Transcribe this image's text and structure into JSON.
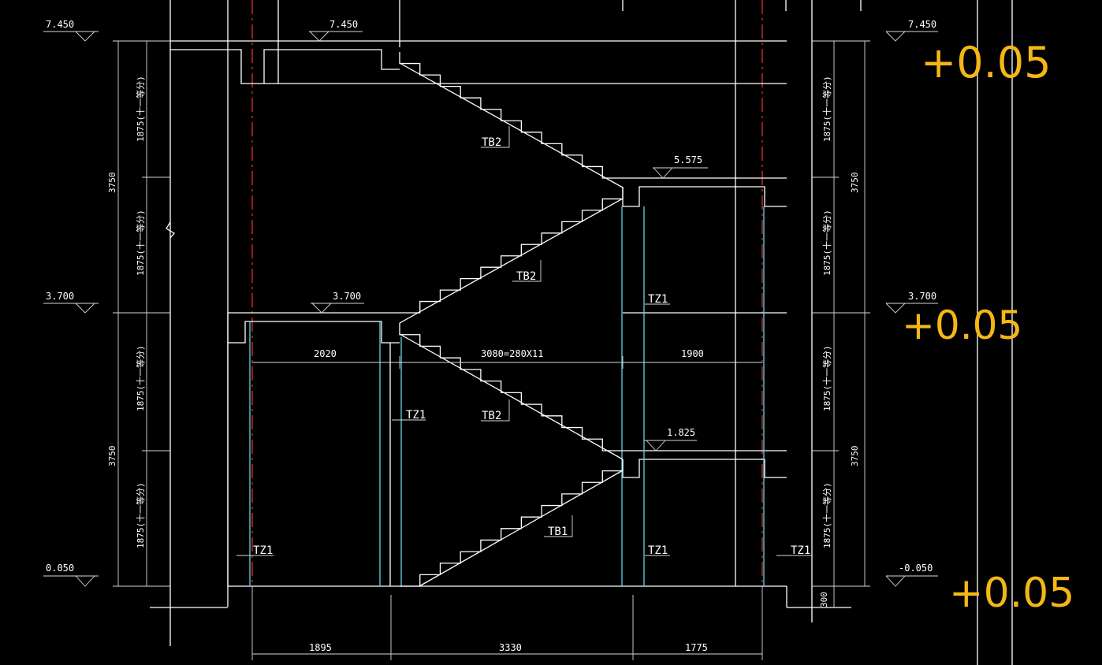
{
  "drawing": {
    "elevations_left": [
      "7.450",
      "3.700",
      "0.050"
    ],
    "elevations_center": [
      "7.450",
      "3.700",
      "5.575",
      "1.825"
    ],
    "elevations_right": [
      "7.450",
      "3.700",
      "-0.050"
    ],
    "span_left": [
      "3750",
      "3750"
    ],
    "span_right": [
      "3750",
      "3750"
    ],
    "flight_height_label": "1875(十一等分)",
    "foundation_depth": "300",
    "stair_labels": [
      "TB2",
      "TB2",
      "TB2",
      "TB1"
    ],
    "column_labels": [
      "TZ1",
      "TZ1",
      "TZ1",
      "TZ1",
      "TZ1"
    ],
    "dim_mid": [
      "2020",
      "3080=280X11",
      "1900"
    ],
    "dim_bottom": [
      "1895",
      "3330",
      "1775"
    ]
  },
  "annotations": [
    "+0.05",
    "+0.05",
    "+0.05"
  ],
  "colors": {
    "background": "#000000",
    "lines": "#ffffff",
    "columns": "#5fd4e8",
    "axis": "#e03030",
    "markup": "#f5b716"
  }
}
